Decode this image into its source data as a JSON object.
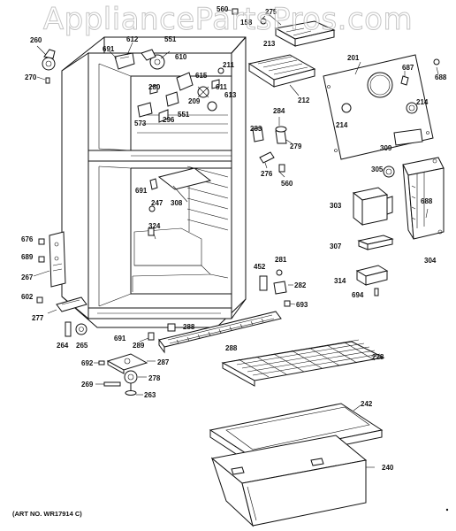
{
  "watermark": "AppliancePartsPros.com",
  "art_number": "(ART NO. WR17914 C)",
  "part_labels": {
    "p560a": "560",
    "p275": "275",
    "p158": "158",
    "p213": "213",
    "p260": "260",
    "p691a": "691",
    "p612": "612",
    "p551a": "551",
    "p201": "201",
    "p688a": "688",
    "p610": "610",
    "p211": "211",
    "p687": "687",
    "p270": "270",
    "p615": "615",
    "p280": "280",
    "p611": "611",
    "p212": "212",
    "p209": "209",
    "p613": "613",
    "p214a": "214",
    "p214b": "214",
    "p573": "573",
    "p296": "296",
    "p551b": "551",
    "p284": "284",
    "p283": "283",
    "p279": "279",
    "p309": "309",
    "p276": "276",
    "p560b": "560",
    "p305": "305",
    "p691b": "691",
    "p308": "308",
    "p247": "247",
    "p688b": "688",
    "p303": "303",
    "p324": "324",
    "p676": "676",
    "p307": "307",
    "p304": "304",
    "p689": "689",
    "p452": "452",
    "p281": "281",
    "p267": "267",
    "p314": "314",
    "p282": "282",
    "p694": "694",
    "p602": "602",
    "p693": "693",
    "p277": "277",
    "p288a": "288",
    "p264": "264",
    "p265": "265",
    "p691c": "691",
    "p289": "289",
    "p288b": "288",
    "p228": "228",
    "p692": "692",
    "p287": "287",
    "p278": "278",
    "p269": "269",
    "p263": "263",
    "p242": "242",
    "p240": "240"
  }
}
